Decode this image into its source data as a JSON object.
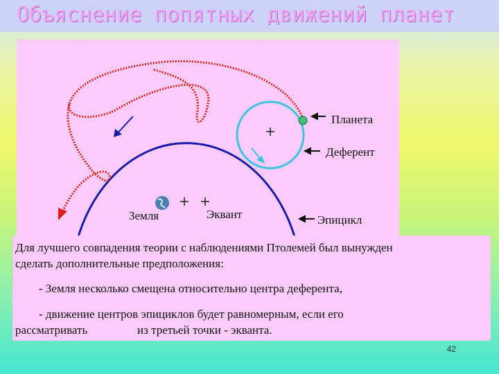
{
  "slide": {
    "title": "Объяснение попятных движений планет",
    "page_number": "42"
  },
  "labels": {
    "planet": "Планета",
    "deferent": "Деферент",
    "epicycle": "Эпицикл",
    "earth": "Земля",
    "equant": "Эквант"
  },
  "text": {
    "line1": "Для лучшего совпадения теории с наблюдениями Птолемей  был вынужден",
    "line2": "сделать дополнительные предположения:",
    "line3": "- Земля несколько смещена относительно центра деферента,",
    "line4": "- движение центров эпициклов будет равномерным, если его",
    "line5a": "рассматривать",
    "line5b": "из третьей точки -  экванта."
  },
  "colors": {
    "deferent": "#1a1aa8",
    "epicycle": "#3fc4df",
    "trajectory": "#d62020",
    "planet": "#3fbf7a",
    "earth": "#4a7fb0"
  }
}
